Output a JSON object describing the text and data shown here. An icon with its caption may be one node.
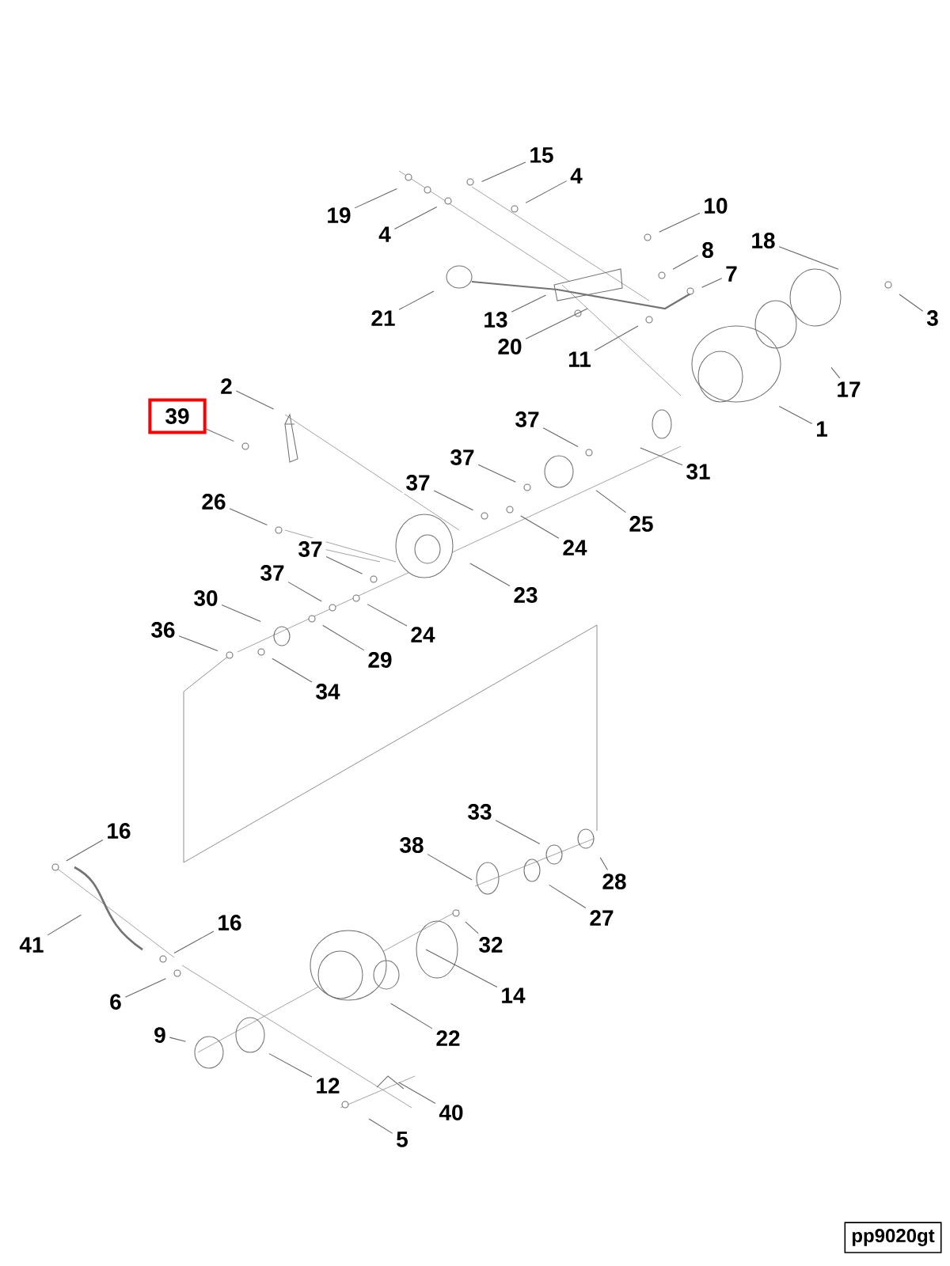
{
  "diagram": {
    "nodes": [
      {
        "text": [
          "15"
        ]
      },
      {
        "text": [
          "4"
        ]
      },
      {
        "text": [
          "19"
        ]
      },
      {
        "text": [
          "4"
        ]
      },
      {
        "text": [
          "10"
        ]
      },
      {
        "text": [
          "18"
        ]
      },
      {
        "text": [
          "8"
        ]
      },
      {
        "text": [
          "7"
        ]
      },
      {
        "text": [
          "21"
        ]
      },
      {
        "text": [
          "13"
        ]
      },
      {
        "text": [
          "3"
        ]
      },
      {
        "text": [
          "20"
        ]
      },
      {
        "text": [
          "11"
        ]
      },
      {
        "text": [
          "17"
        ]
      },
      {
        "text": [
          "2"
        ]
      },
      {
        "text": [
          "39"
        ]
      },
      {
        "text": [
          "37"
        ]
      },
      {
        "text": [
          "1"
        ]
      },
      {
        "text": [
          "37"
        ]
      },
      {
        "text": [
          "31"
        ]
      },
      {
        "text": [
          "37"
        ]
      },
      {
        "text": [
          "26"
        ]
      },
      {
        "text": [
          "25"
        ]
      },
      {
        "text": [
          "24"
        ]
      },
      {
        "text": [
          "37"
        ]
      },
      {
        "text": [
          "37"
        ]
      },
      {
        "text": [
          "23"
        ]
      },
      {
        "text": [
          "30"
        ]
      },
      {
        "text": [
          "36"
        ]
      },
      {
        "text": [
          "24"
        ]
      },
      {
        "text": [
          "29"
        ]
      },
      {
        "text": [
          "34"
        ]
      },
      {
        "text": [
          "33"
        ]
      },
      {
        "text": [
          "16"
        ]
      },
      {
        "text": [
          "38"
        ]
      },
      {
        "text": [
          "28"
        ]
      },
      {
        "text": [
          "27"
        ]
      },
      {
        "text": [
          "16"
        ]
      },
      {
        "text": [
          "41"
        ]
      },
      {
        "text": [
          "32"
        ]
      },
      {
        "text": [
          "14"
        ]
      },
      {
        "text": [
          "6"
        ]
      },
      {
        "text": [
          "9"
        ]
      },
      {
        "text": [
          "22"
        ]
      },
      {
        "text": [
          "12"
        ]
      },
      {
        "text": [
          "40"
        ]
      },
      {
        "text": [
          "5"
        ]
      },
      {
        "text": [
          "pp9020gt"
        ]
      }
    ],
    "edges": [
      {
        "from": 0,
        "to": null,
        "arrow": "none"
      },
      {
        "from": 1,
        "to": null,
        "arrow": "none"
      },
      {
        "from": 2,
        "to": null,
        "arrow": "none"
      },
      {
        "from": 3,
        "to": null,
        "arrow": "none"
      },
      {
        "from": 4,
        "to": null,
        "arrow": "none"
      },
      {
        "from": 5,
        "to": null,
        "arrow": "none"
      },
      {
        "from": 6,
        "to": null,
        "arrow": "none"
      },
      {
        "from": 7,
        "to": null,
        "arrow": "none"
      },
      {
        "from": 8,
        "to": null,
        "arrow": "none"
      },
      {
        "from": 9,
        "to": null,
        "arrow": "none"
      },
      {
        "from": 10,
        "to": null,
        "arrow": "none"
      },
      {
        "from": 11,
        "to": null,
        "arrow": "none"
      },
      {
        "from": 12,
        "to": null,
        "arrow": "none"
      },
      {
        "from": 13,
        "to": null,
        "arrow": "none"
      },
      {
        "from": 14,
        "to": null,
        "arrow": "none"
      },
      {
        "from": 15,
        "to": null,
        "arrow": "none"
      },
      {
        "from": 16,
        "to": null,
        "arrow": "none"
      },
      {
        "from": 17,
        "to": null,
        "arrow": "none"
      },
      {
        "from": 18,
        "to": null,
        "arrow": "none"
      },
      {
        "from": 19,
        "to": null,
        "arrow": "none"
      },
      {
        "from": 20,
        "to": null,
        "arrow": "none"
      },
      {
        "from": 21,
        "to": null,
        "arrow": "none"
      },
      {
        "from": 22,
        "to": null,
        "arrow": "none"
      },
      {
        "from": 23,
        "to": null,
        "arrow": "none"
      },
      {
        "from": 24,
        "to": null,
        "arrow": "none"
      },
      {
        "from": 25,
        "to": null,
        "arrow": "none"
      },
      {
        "from": 26,
        "to": null,
        "arrow": "none"
      },
      {
        "from": 27,
        "to": null,
        "arrow": "none"
      },
      {
        "from": 28,
        "to": null,
        "arrow": "none"
      },
      {
        "from": 29,
        "to": null,
        "arrow": "none"
      },
      {
        "from": 30,
        "to": null,
        "arrow": "none"
      },
      {
        "from": 31,
        "to": null,
        "arrow": "none"
      },
      {
        "from": 32,
        "to": null,
        "arrow": "none"
      },
      {
        "from": 33,
        "to": null,
        "arrow": "none"
      },
      {
        "from": 34,
        "to": null,
        "arrow": "none"
      },
      {
        "from": 35,
        "to": null,
        "arrow": "none"
      },
      {
        "from": 36,
        "to": null,
        "arrow": "none"
      },
      {
        "from": 37,
        "to": null,
        "arrow": "none"
      },
      {
        "from": 38,
        "to": null,
        "arrow": "none"
      },
      {
        "from": 39,
        "to": null,
        "arrow": "none"
      },
      {
        "from": 40,
        "to": null,
        "arrow": "none"
      },
      {
        "from": 41,
        "to": null,
        "arrow": "none"
      },
      {
        "from": 42,
        "to": null,
        "arrow": "none"
      },
      {
        "from": 43,
        "to": null,
        "arrow": "none"
      },
      {
        "from": 44,
        "to": null,
        "arrow": "none"
      },
      {
        "from": 45,
        "to": null,
        "arrow": "none"
      },
      {
        "from": 46,
        "to": null,
        "arrow": "none"
      }
    ]
  }
}
